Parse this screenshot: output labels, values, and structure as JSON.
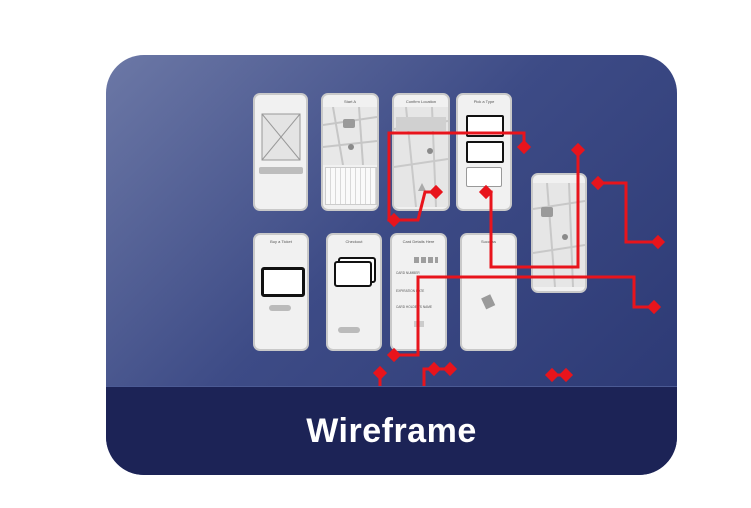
{
  "card": {
    "title": "Wireframe",
    "colors": {
      "background_top": "#6c78a6",
      "background_bottom": "#2a3772",
      "footer": "#1c2356",
      "flow_line": "#e8141c"
    }
  },
  "screens": [
    {
      "title": "Start A"
    },
    {
      "title": "Confirm Location"
    },
    {
      "title": "Pick a Type"
    },
    {
      "title": "Buy a Ticket"
    },
    {
      "title": "Checkout"
    },
    {
      "title": "Card Details Here"
    },
    {
      "title": "Success"
    }
  ],
  "labels": {
    "card_number": "CARD NUMBER",
    "expiration_date": "EXPIRATION DATE",
    "card_holder": "CARD HOLDER'S NAME"
  }
}
